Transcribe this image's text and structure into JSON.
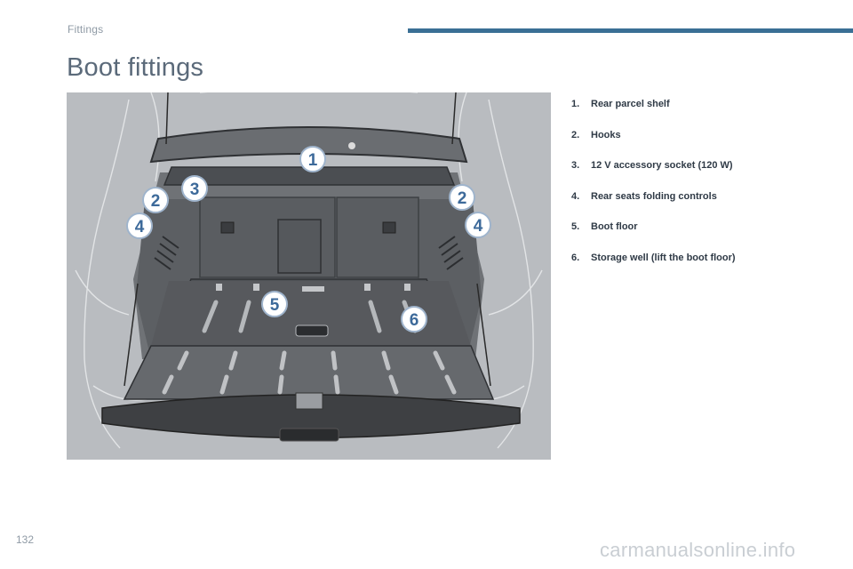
{
  "header": {
    "section": "Fittings"
  },
  "title": "Boot fittings",
  "legend": [
    {
      "num": "1.",
      "label": "Rear parcel shelf"
    },
    {
      "num": "2.",
      "label": "Hooks"
    },
    {
      "num": "3.",
      "label": "12 V accessory socket (120 W)"
    },
    {
      "num": "4.",
      "label": "Rear seats folding controls"
    },
    {
      "num": "5.",
      "label": "Boot floor"
    },
    {
      "num": "6.",
      "label": "Storage well (lift the boot floor)"
    }
  ],
  "callouts": {
    "c1": "1",
    "c2a": "2",
    "c2b": "2",
    "c3": "3",
    "c4a": "4",
    "c4b": "4",
    "c5": "5",
    "c6": "6"
  },
  "footer": {
    "page_number": "132",
    "watermark": "carmanualsonline.info"
  },
  "colors": {
    "accent": "#3a6f95",
    "callout": "#3d6a9a"
  }
}
